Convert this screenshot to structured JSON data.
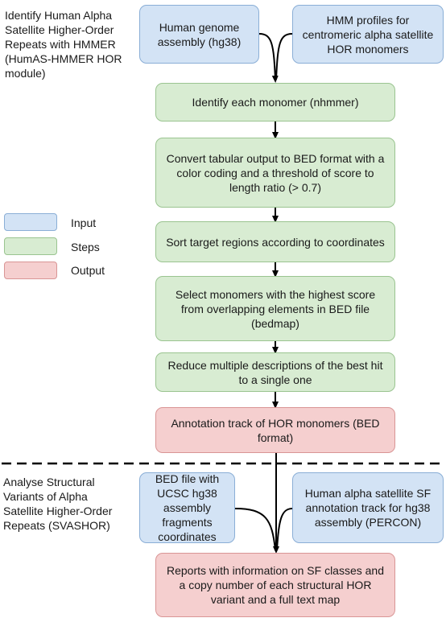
{
  "sections": {
    "top_label": [
      "Identify Human Alpha",
      "Satellite Higher-Order",
      "Repeats with HMMER",
      "(HumAS-HMMER HOR",
      "module)"
    ],
    "bottom_label": [
      "Analyse Structural",
      "Variants of Alpha",
      "Satellite Higher-Order",
      "Repeats (SVASHOR)"
    ]
  },
  "legend": {
    "input": "Input",
    "steps": "Steps",
    "output": "Output"
  },
  "boxes": {
    "genome": "Human genome assembly (hg38)",
    "hmm_profiles": "HMM profiles for centromeric alpha satellite HOR monomers",
    "identify": "Identify each monomer (nhmmer)",
    "convert": "Convert tabular output to BED format with a color coding and a threshold of score to length ratio (> 0.7)",
    "sort": "Sort target regions according to coordinates",
    "select": "Select monomers with the highest score from overlapping elements in BED file (bedmap)",
    "reduce": "Reduce multiple descriptions of the best hit to a single one",
    "annotation": "Annotation track of HOR monomers (BED format)",
    "bed_file": "BED file with UCSC hg38 assembly fragments coordinates",
    "percon": "Human alpha satellite SF annotation track for hg38 assembly (PERCON)",
    "reports": "Reports with information on SF classes and a copy number of each structural HOR variant and a full text map"
  },
  "colors": {
    "input_fill": "#d3e3f5",
    "step_fill": "#d8ecd2",
    "output_fill": "#f5cfcf"
  }
}
